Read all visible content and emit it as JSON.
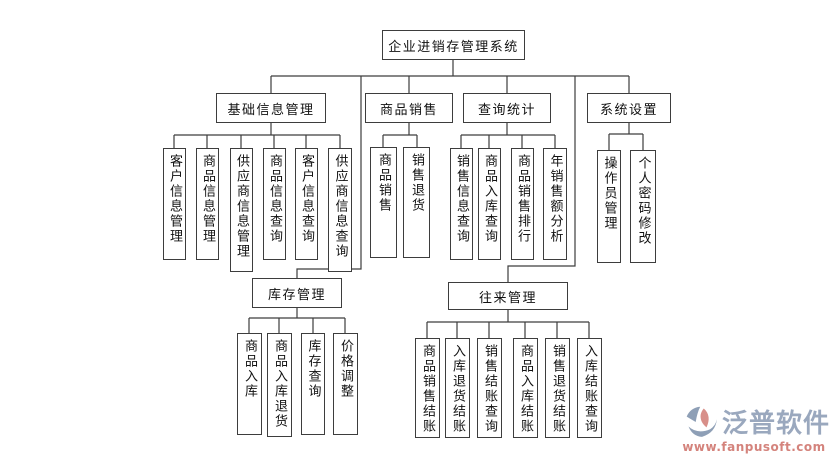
{
  "root": {
    "label": "企业进销存管理系统"
  },
  "modules": {
    "basic_info": {
      "label": "基础信息管理",
      "children": [
        "客户信息管理",
        "商品信息管理",
        "供应商信息管理",
        "商品信息查询",
        "客户信息查询",
        "供应商信息查询"
      ]
    },
    "sales": {
      "label": "商品销售",
      "children": [
        "商品销售",
        "销售退货"
      ]
    },
    "query_stats": {
      "label": "查询统计",
      "children": [
        "销售信息查询",
        "商品入库查询",
        "商品销售排行",
        "年销售额分析"
      ]
    },
    "system_settings": {
      "label": "系统设置",
      "children": [
        "操作员管理",
        "个人密码修改"
      ]
    },
    "inventory": {
      "label": "库存管理",
      "children": [
        "商品入库",
        "商品入库退货",
        "库存查询",
        "价格调整"
      ]
    },
    "transactions": {
      "label": "往来管理",
      "children": [
        "商品销售结账",
        "入库退货结账",
        "销售结账查询",
        "商品入库结账",
        "销售退货结账",
        "入库结账查询"
      ]
    }
  },
  "colors": {
    "line": "#3d3d3d",
    "brand_text": "#9aa8be",
    "url_text": "#d4837c",
    "logo_blue": "#8295ae",
    "logo_salmon": "#d4837c"
  },
  "watermark": {
    "brand": "泛普软件",
    "url": "www.fanpusoft.com"
  }
}
